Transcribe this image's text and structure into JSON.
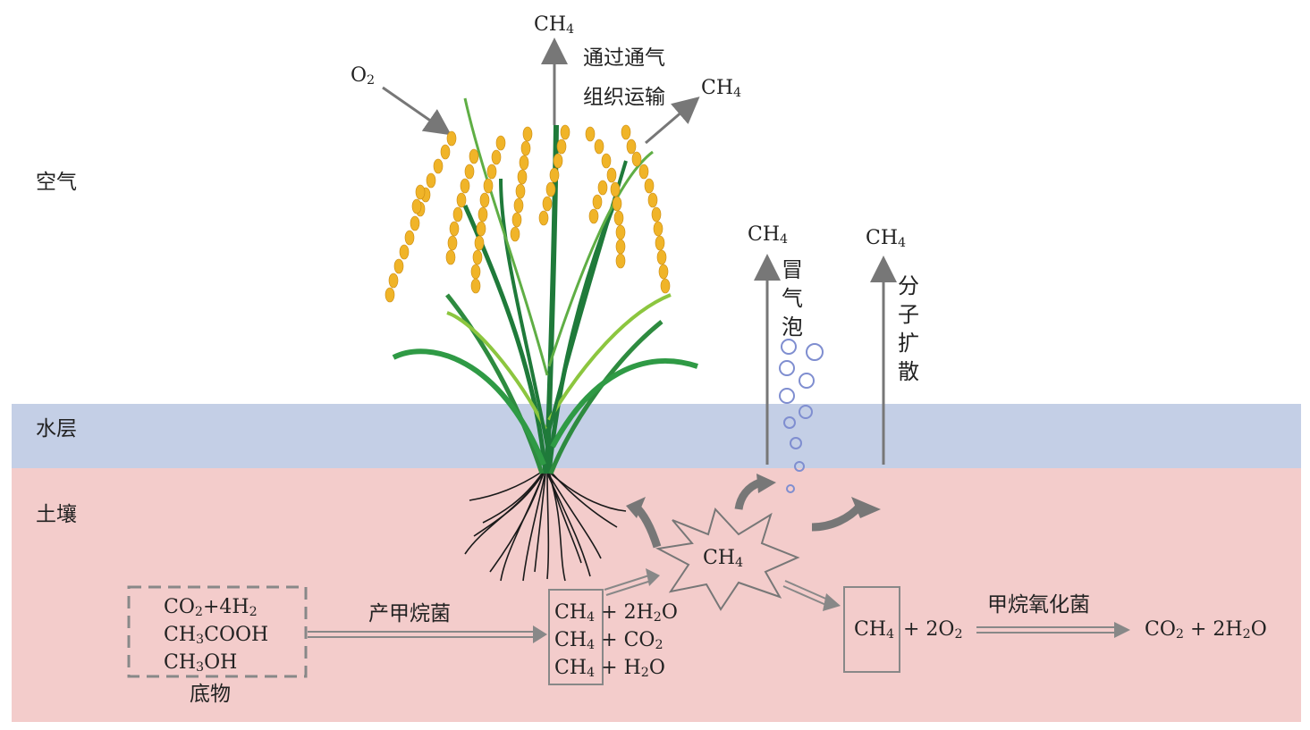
{
  "zones": {
    "air": "空气",
    "water": "水层",
    "soil": "土壤"
  },
  "top": {
    "ch4_top": {
      "main": "CH",
      "sub": "4"
    },
    "o2": {
      "main": "O",
      "sub": "2"
    },
    "transport_line1": "通过通气",
    "transport_line2": "组织运输",
    "ch4_side": {
      "main": "CH",
      "sub": "4"
    }
  },
  "emission": {
    "bubble_ch4": {
      "main": "CH",
      "sub": "4"
    },
    "bubble_label": "冒气泡",
    "diffusion_ch4": {
      "main": "CH",
      "sub": "4"
    },
    "diffusion_label": "分子扩散"
  },
  "star": {
    "main": "CH",
    "sub": "4"
  },
  "substrate": {
    "row1": [
      "CO",
      "2",
      "+4H",
      "2"
    ],
    "row2": [
      "CH",
      "3",
      "COOH"
    ],
    "row3": [
      "CH",
      "3",
      "OH"
    ],
    "caption": "底物"
  },
  "methanogen_label": "产甲烷菌",
  "products": {
    "rows": [
      {
        "a": "CH",
        "as": "4",
        "b": "+ 2H",
        "bs": "2",
        "c": "O"
      },
      {
        "a": "CH",
        "as": "4",
        "b": "+ CO",
        "bs": "2",
        "c": ""
      },
      {
        "a": "CH",
        "as": "4",
        "b": "+ H",
        "bs": "2",
        "c": "O"
      }
    ]
  },
  "oxidation": {
    "reactant_ch4": {
      "main": "CH",
      "sub": "4"
    },
    "reactant_o2": {
      "main": "+ 2O",
      "sub": "2"
    },
    "methanotroph_label": "甲烷氧化菌",
    "product": [
      "CO",
      "2",
      " + 2H",
      "2",
      "O"
    ]
  },
  "colors": {
    "water": "#c4cfe6",
    "soil": "#f3cccb",
    "arrow": "#777777",
    "rice_grain": "#f0b428",
    "leaf_dark": "#1f7a3a",
    "leaf_light": "#8cc63f",
    "bubble": "#7f8ed0"
  }
}
